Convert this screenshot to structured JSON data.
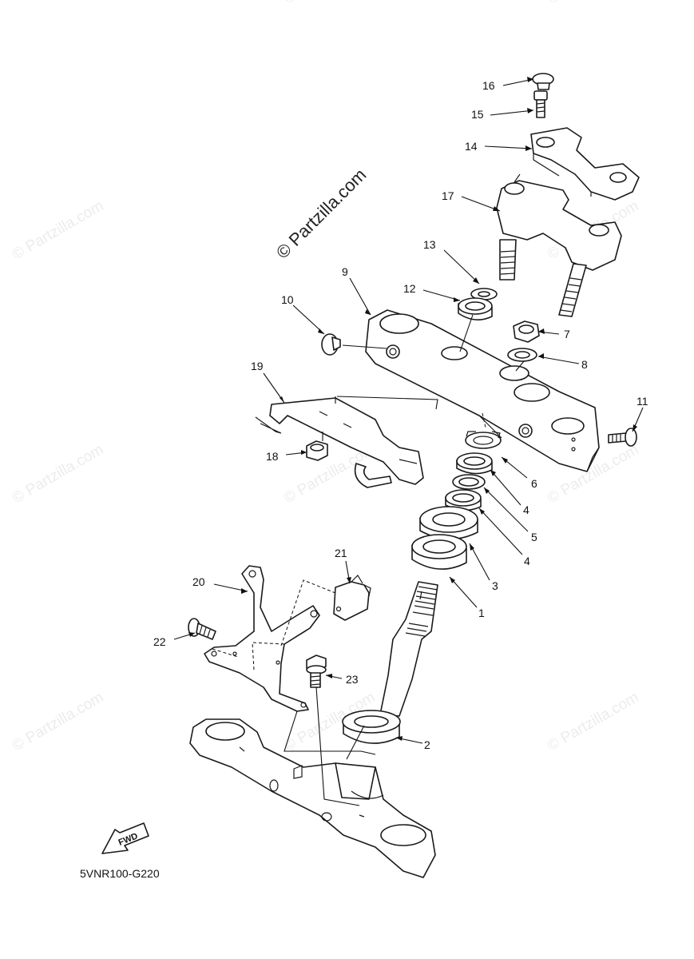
{
  "watermarks": {
    "main": "© Partzilla.com",
    "repeat": "© Partzilla.com"
  },
  "diagram_code": "5VNR100-G220",
  "fwd_label": "FWD",
  "callouts": {
    "c1": "1",
    "c2": "2",
    "c3": "3",
    "c4a": "4",
    "c4b": "4",
    "c5": "5",
    "c6": "6",
    "c7": "7",
    "c8": "8",
    "c9": "9",
    "c10": "10",
    "c11": "11",
    "c12": "12",
    "c13": "13",
    "c14": "14",
    "c15": "15",
    "c16": "16",
    "c17": "17",
    "c18": "18",
    "c19": "19",
    "c20": "20",
    "c21": "21",
    "c22": "22",
    "c23": "23"
  },
  "colors": {
    "line": "#1a1a1a",
    "background": "#ffffff",
    "watermark": "#ececec"
  }
}
